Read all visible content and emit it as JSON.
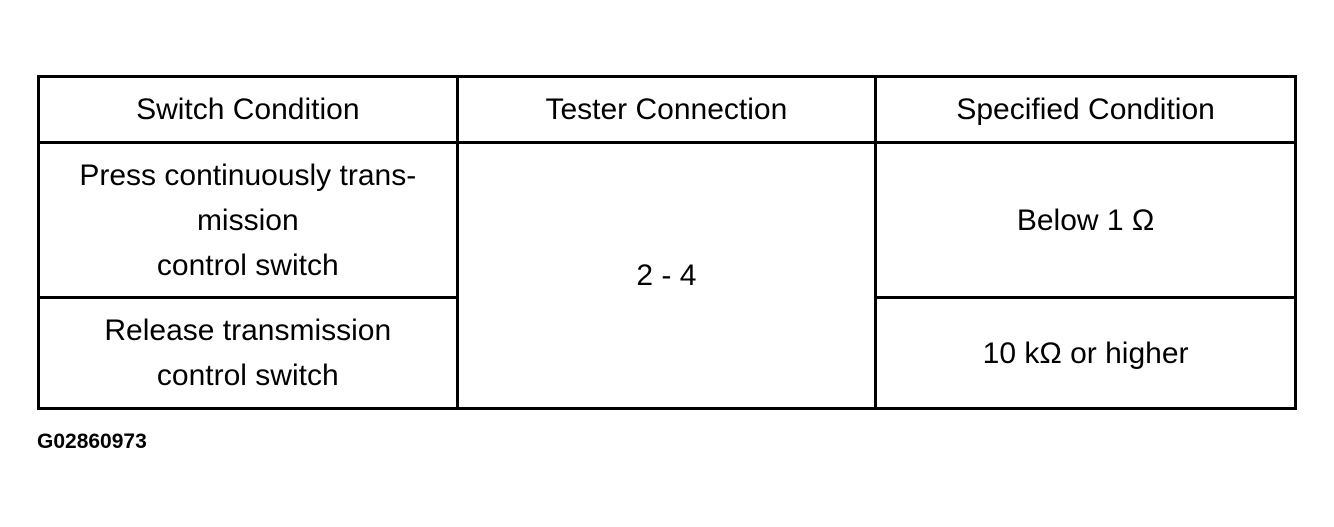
{
  "table": {
    "headers": [
      "Switch Condition",
      "Tester Connection",
      "Specified Condition"
    ],
    "rows": [
      {
        "switch_condition": "Press continuously trans-\nmission\ncontrol switch",
        "tester_connection": "2 - 4",
        "specified_condition": "Below 1 Ω"
      },
      {
        "switch_condition": "Release transmission\ncontrol switch",
        "specified_condition": "10 kΩ or higher"
      }
    ]
  },
  "figure_id": "G02860973"
}
